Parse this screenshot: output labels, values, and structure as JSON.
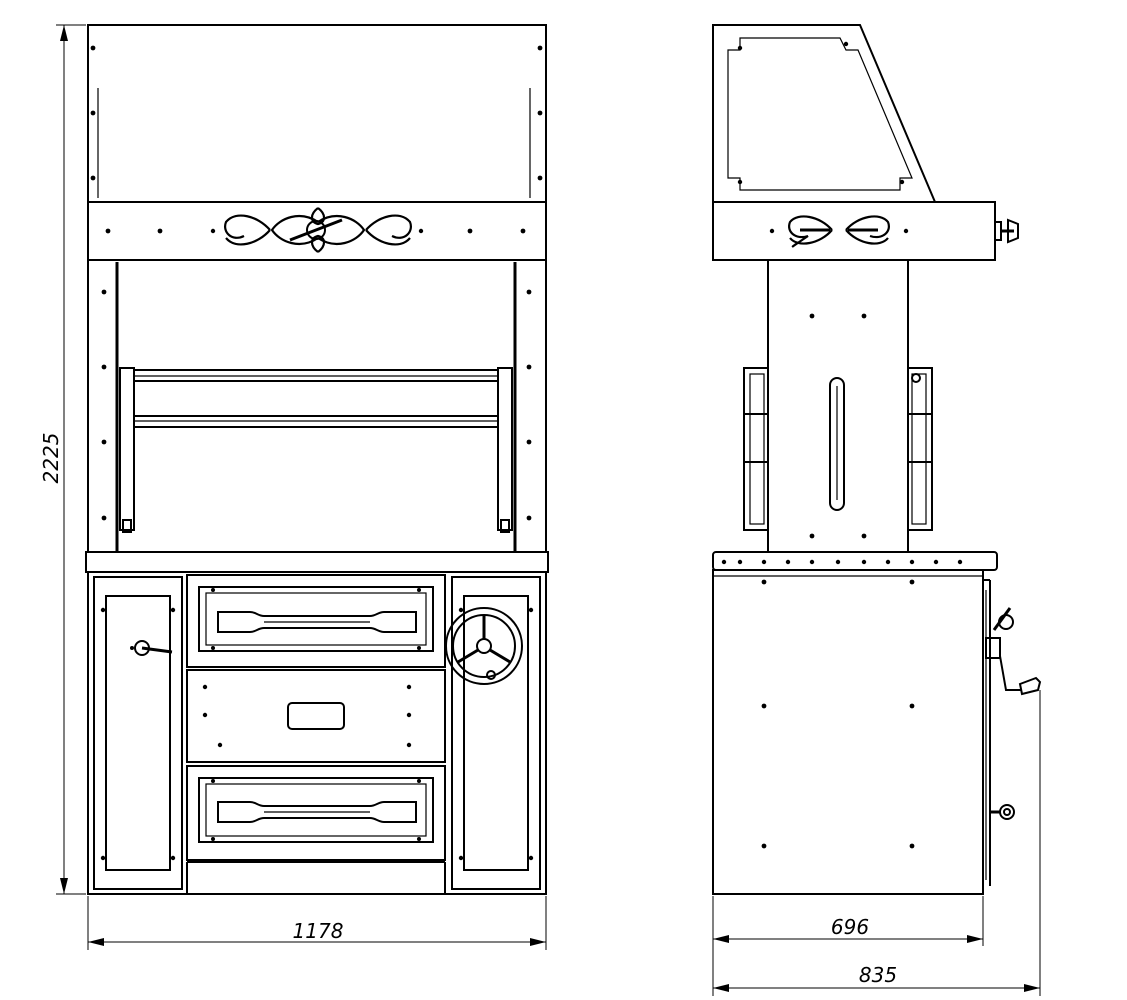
{
  "dimensions": {
    "front_height": "2225",
    "front_width": "1178",
    "side_body_width": "696",
    "side_overall_width": "835"
  }
}
